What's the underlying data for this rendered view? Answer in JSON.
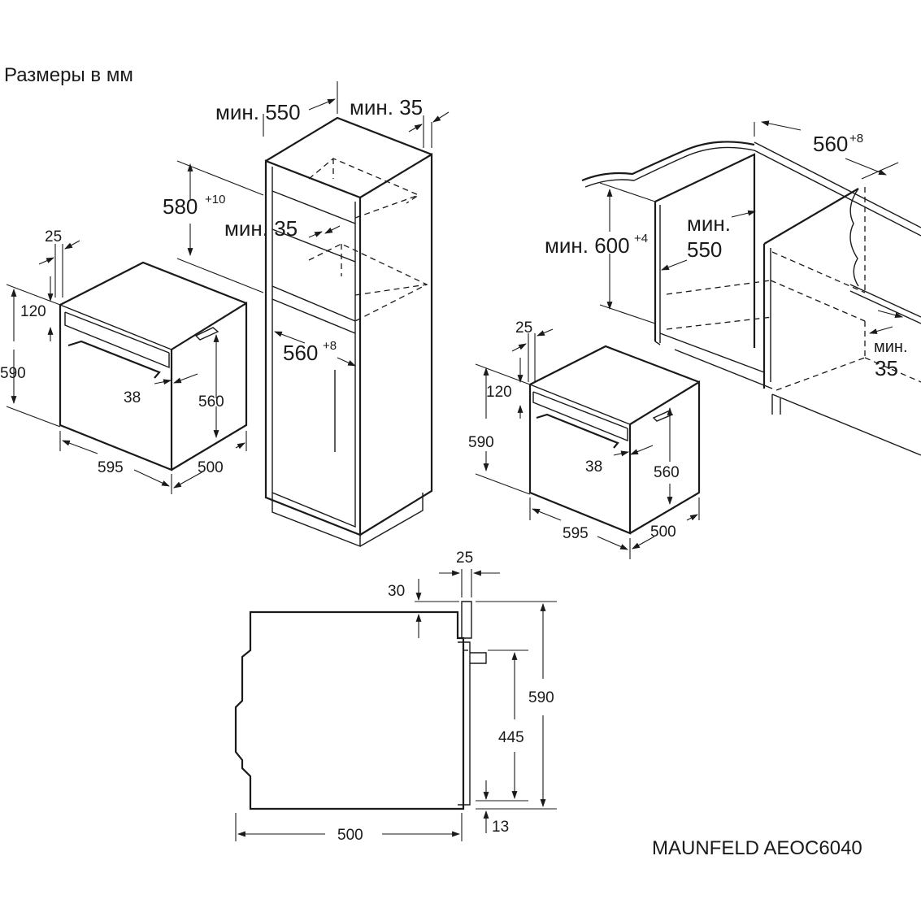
{
  "title": "Размеры в мм",
  "model": "MAUNFELD AEOC6040",
  "tall_cabinet": {
    "min_depth": "мин. 550",
    "min_gap_rear": "мин. 35",
    "niche_height": "580",
    "niche_height_tol": "+10",
    "min_gap_shelf": "мин. 35",
    "niche_width": "560",
    "niche_width_tol": "+8"
  },
  "oven_left": {
    "panel_thickness": "25",
    "top_offset": "120",
    "height": "590",
    "handle": "38",
    "body_height": "560",
    "width": "595",
    "depth": "500"
  },
  "under_counter": {
    "niche_width": "560",
    "niche_width_tol": "+8",
    "min_height_prefix": "мин. 600",
    "min_height_tol": "+4",
    "min_depth_line1": "мин.",
    "min_depth_line2": "550",
    "min_gap_line1": "мин.",
    "min_gap_line2": "35"
  },
  "oven_right": {
    "panel_thickness": "25",
    "top_offset": "120",
    "height": "590",
    "handle": "38",
    "body_height": "560",
    "width": "595",
    "depth": "500"
  },
  "side_view": {
    "panel_thickness": "25",
    "top_gap": "30",
    "total_height": "590",
    "handle_height": "445",
    "depth": "500",
    "bottom_gap": "13"
  }
}
